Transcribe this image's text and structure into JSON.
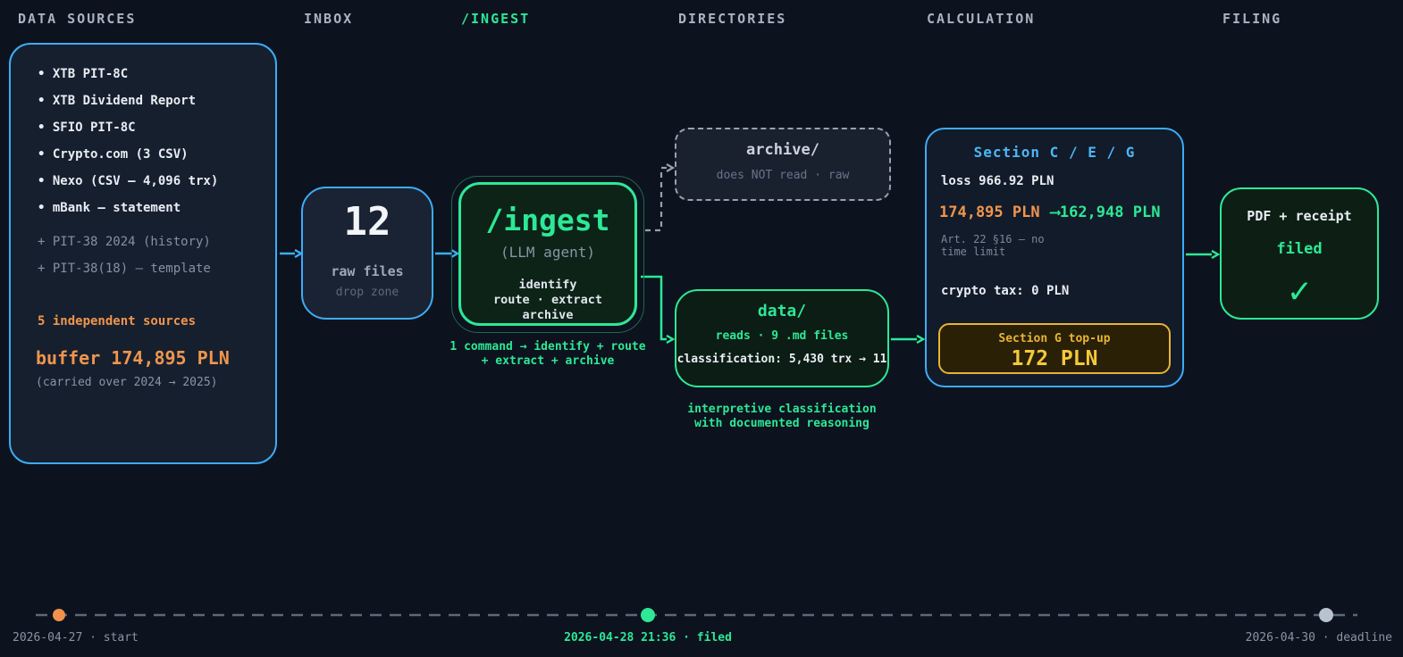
{
  "header": {
    "data_sources": "DATA SOURCES",
    "inbox": "INBOX",
    "ingest": "/INGEST",
    "directories": "DIRECTORIES",
    "calculation": "CALCULATION",
    "filing": "FILING"
  },
  "sources": {
    "bullets": [
      "XTB PIT-8C",
      "XTB Dividend Report",
      "SFIO PIT-8C",
      "Crypto.com (3 CSV)",
      "Nexo (CSV — 4,096 trx)",
      "mBank — statement"
    ],
    "extras": [
      "+ PIT-38 2024 (history)",
      "+ PIT-38(18) — template"
    ],
    "summary": "5 independent sources",
    "buffer": "buffer 174,895 PLN",
    "carried": "(carried over 2024 → 2025)"
  },
  "inbox": {
    "count": "12",
    "label": "raw files",
    "sublabel": "drop zone"
  },
  "ingest": {
    "title": "/ingest",
    "subtitle": "(LLM agent)",
    "steps": [
      "identify",
      "route · extract",
      "archive"
    ],
    "caption1": "1 command → identify + route",
    "caption2": "+ extract + archive"
  },
  "archive": {
    "title": "archive/",
    "subtitle": "does NOT read · raw"
  },
  "data_dir": {
    "title": "data/",
    "reads": "reads · 9 .md files",
    "classification": "classification: 5,430 trx → 11",
    "caption1": "interpretive classification",
    "caption2": "with documented reasoning"
  },
  "calculation": {
    "title": "Section C / E / G",
    "loss": "loss 966.92 PLN",
    "amount_from": "174,895 PLN",
    "amount_arrow": "⟶",
    "amount_to": "162,948 PLN",
    "note1": "Art. 22 §16 — no",
    "note2": "time limit",
    "crypto": "crypto tax: 0 PLN",
    "topup_label": "Section G top-up",
    "topup_value": "172 PLN"
  },
  "filing": {
    "line1": "PDF + receipt",
    "line2": "filed",
    "check": "✓"
  },
  "timeline": {
    "start": "2026-04-27 · start",
    "filed": "2026-04-28 21:36 · filed",
    "deadline": "2026-04-30 · deadline"
  },
  "colors": {
    "blue": "#3dacf7",
    "green": "#2de896",
    "orange": "#f0954e",
    "gold": "#e6b434",
    "background": "#0c131e"
  }
}
